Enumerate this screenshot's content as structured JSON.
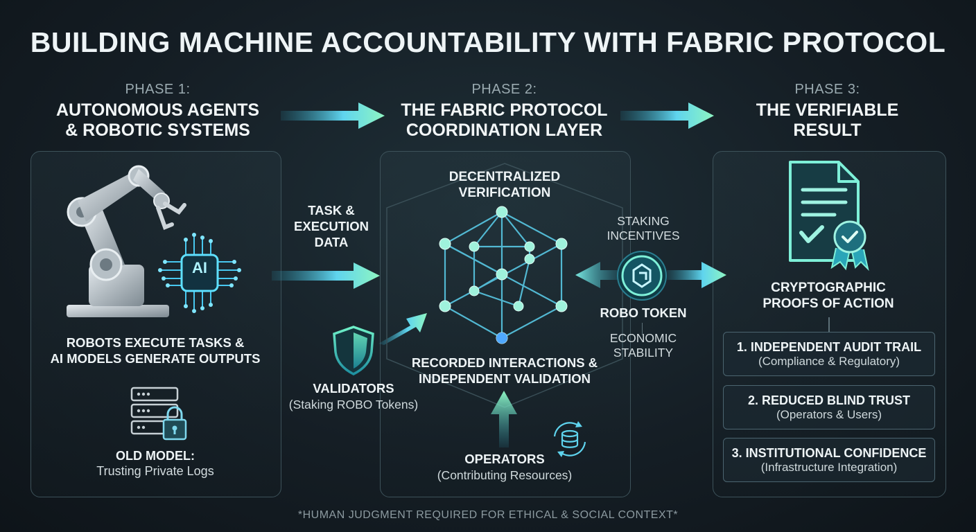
{
  "title": "BUILDING MACHINE ACCOUNTABILITY WITH FABRIC PROTOCOL",
  "phases": [
    {
      "label": "PHASE 1:",
      "title_line1": "AUTONOMOUS AGENTS",
      "title_line2": "& ROBOTIC SYSTEMS"
    },
    {
      "label": "PHASE 2:",
      "title_line1": "THE FABRIC PROTOCOL",
      "title_line2": "COORDINATION LAYER"
    },
    {
      "label": "PHASE 3:",
      "title_line1": "THE VERIFIABLE",
      "title_line2": "RESULT"
    }
  ],
  "phase1": {
    "ai_chip_text": "AI",
    "caption_line1": "ROBOTS EXECUTE TASKS &",
    "caption_line2": "AI MODELS  GENERATE OUTPUTS",
    "old_model_title": "OLD MODEL:",
    "old_model_text": "Trusting Private Logs"
  },
  "flow": {
    "task_line1": "TASK &",
    "task_line2": "EXECUTION",
    "task_line3": "DATA",
    "validators_title": "VALIDATORS",
    "validators_sub": "(Staking ROBO Tokens)",
    "staking_line1": "STAKING",
    "staking_line2": "INCENTIVES",
    "token_label": "ROBO TOKEN",
    "economic_line1": "ECONOMIC",
    "economic_line2": "STABILITY"
  },
  "phase2": {
    "verification_line1": "DECENTRALIZED",
    "verification_line2": "VERIFICATION",
    "recorded_line1": "RECORDED INTERACTIONS &",
    "recorded_line2": "INDEPENDENT VALIDATION",
    "operators_title": "OPERATORS",
    "operators_sub": "(Contributing Resources)"
  },
  "phase3": {
    "proofs_line1": "CRYPTOGRAPHIC",
    "proofs_line2": "PROOFS OF ACTION",
    "results": [
      {
        "title": "1. INDEPENDENT AUDIT TRAIL",
        "subtitle": "(Compliance & Regulatory)"
      },
      {
        "title": "2. REDUCED BLIND TRUST",
        "subtitle": "(Operators & Users)"
      },
      {
        "title": "3. INSTITUTIONAL CONFIDENCE",
        "subtitle": "(Infrastructure Integration)"
      }
    ]
  },
  "footnote": "*HUMAN JUDGMENT REQUIRED FOR ETHICAL & SOCIAL CONTEXT*",
  "colors": {
    "accent_cyan": "#5fe0ff",
    "accent_green": "#7df0b0",
    "panel_border": "#3d525a"
  },
  "icons": [
    "robot-arm-icon",
    "ai-chip-icon",
    "server-lock-icon",
    "shield-icon",
    "network-hexagon-icon",
    "robo-token-icon",
    "database-cycle-icon",
    "certificate-document-icon"
  ]
}
